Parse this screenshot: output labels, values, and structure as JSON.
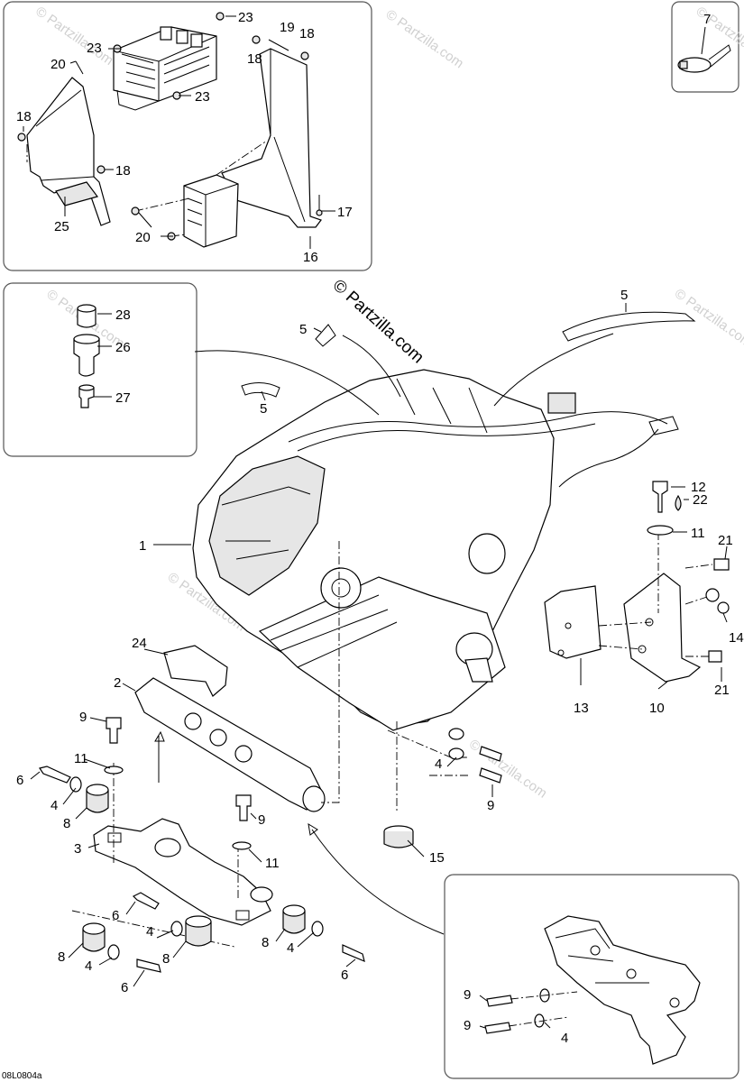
{
  "watermarks": {
    "small": "© Partzilla.com",
    "main": "© Partzilla.com"
  },
  "drawing_code": "08L0804a",
  "callouts": {
    "c1": "1",
    "c2": "2",
    "c3": "3",
    "c4a": "4",
    "c4b": "4",
    "c4c": "4",
    "c4d": "4",
    "c4e": "4",
    "c4f": "4",
    "c5a": "5",
    "c5b": "5",
    "c5c": "5",
    "c6a": "6",
    "c6b": "6",
    "c6c": "6",
    "c6d": "6",
    "c7": "7",
    "c8a": "8",
    "c8b": "8",
    "c8c": "8",
    "c8d": "8",
    "c9a": "9",
    "c9b": "9",
    "c9c": "9",
    "c9d": "9",
    "c9e": "9",
    "c10": "10",
    "c11a": "11",
    "c11b": "11",
    "c11c": "11",
    "c12": "12",
    "c13": "13",
    "c14": "14",
    "c15": "15",
    "c16": "16",
    "c17": "17",
    "c18a": "18",
    "c18b": "18",
    "c18c": "18",
    "c18d": "18",
    "c19": "19",
    "c20a": "20",
    "c20b": "20",
    "c21a": "21",
    "c21b": "21",
    "c22": "22",
    "c23a": "23",
    "c23b": "23",
    "c23c": "23",
    "c24": "24",
    "c25": "25",
    "c26": "26",
    "c27": "27",
    "c28": "28"
  }
}
